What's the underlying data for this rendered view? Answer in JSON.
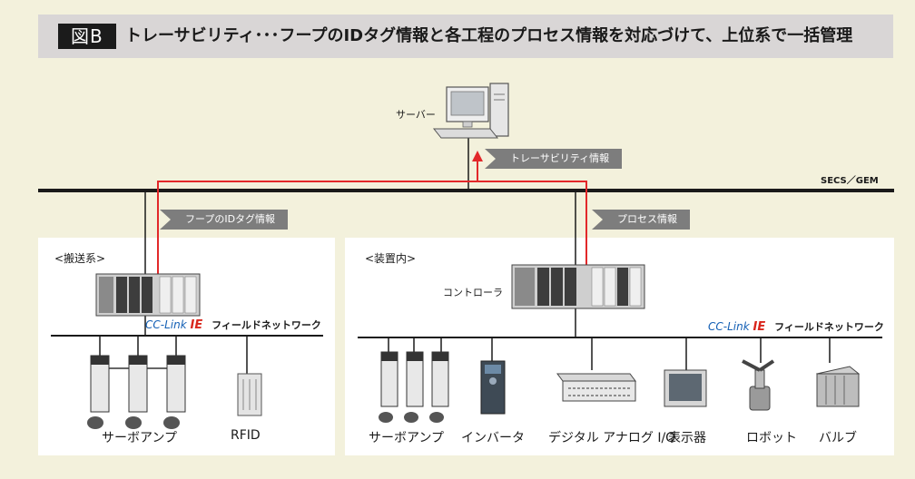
{
  "title": {
    "tag": "図B",
    "text": "トレーサビリティ･･･フープのIDタグ情報と各工程のプロセス情報を対応づけて、上位系で一括管理"
  },
  "server": {
    "label": "サーバー"
  },
  "bus": {
    "label": "SECS／GEM"
  },
  "callouts": {
    "traceability": "トレーサビリティ情報",
    "hoop_id": "フープのIDタグ情報",
    "process": "プロセス情報"
  },
  "left_panel": {
    "label": "<搬送系>",
    "network": {
      "cc": "CC-Link",
      "ie": "IE",
      "rest": "フィールドネットワーク"
    },
    "devices": [
      "サーボアンプ",
      "RFID"
    ]
  },
  "right_panel": {
    "label": "<装置内>",
    "controller_label": "コントローラ",
    "network": {
      "cc": "CC-Link",
      "ie": "IE",
      "rest": "フィールドネットワーク"
    },
    "devices": [
      "サーボアンプ",
      "インバータ",
      "デジタル アナログ I/O",
      "表示器",
      "ロボット",
      "バルブ"
    ]
  },
  "colors": {
    "signal": "#e2282a",
    "bus": "#1a1a1a",
    "callout": "#7d7d7d",
    "background": "#f3f1dc"
  }
}
